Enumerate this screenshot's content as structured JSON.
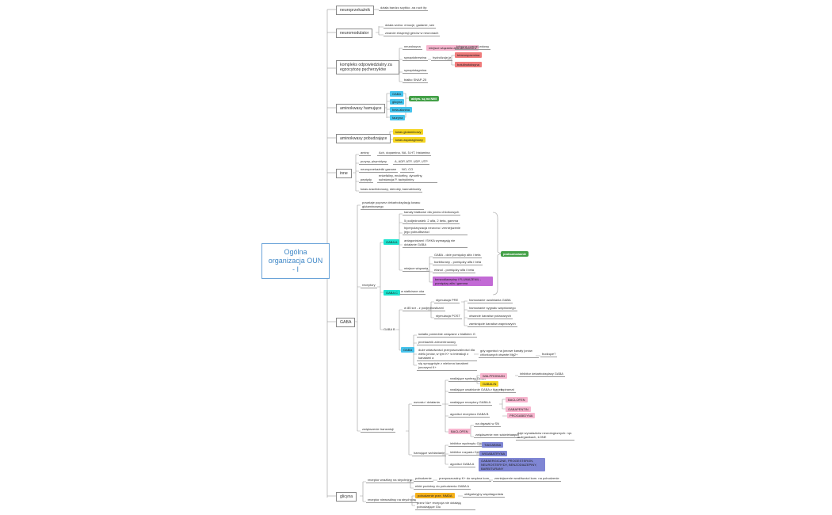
{
  "colors": {
    "line": "#9a9a9a",
    "root_border": "#6aa3d8",
    "root_text": "#3d86c6",
    "summary": "#43a047"
  },
  "root": "Ogólna organizacja OUN - I",
  "neuroprzekaznik": {
    "label": "neuroprzekaźnik",
    "note": "działa bardzo szybko -na ruch itp"
  },
  "neuromodulator": {
    "label": "neuromodulator",
    "notes": [
      "działa wolno: emocje, gadanie, sen",
      "zwarcie ekspresji genów w neuronach"
    ]
  },
  "kompleks": {
    "label": "kompleks odpowiedzialny za egzocytozę pęcherzyków",
    "neuroksyna": "neuroksyna",
    "miejsce": "miejsce wiązania alfa-latrotoksyny",
    "toksyna": "toksyna czarnej wdowy",
    "synaptobrewina": "synaptobrewina",
    "hydrolizuje": "hydrolizuje je",
    "tetanospazmina": "tetanospazmina",
    "botulinotoksyna": "botulinotoksyna",
    "synaptotagmina": "synaptotagmina",
    "snap": "białko SNAP-25"
  },
  "hamujace": {
    "label": "aminokwasy hamujące",
    "items": [
      "GABA",
      "glicyna",
      "beta-alanina",
      "tauryna"
    ],
    "summary": "aktyw. są na NMI"
  },
  "pobudzajace": {
    "label": "aminokwasy pobudzające",
    "items": [
      "kwas glutaminowy",
      "kwas asparaginowy"
    ]
  },
  "inne": {
    "label": "inne",
    "rows": [
      {
        "k": "aminy",
        "v": "Ach, dopamina, NA, 5-HT, histamina"
      },
      {
        "k": "puryny, pirymidyny",
        "v": "A, ADP, ATP, UDP, UTP"
      },
      {
        "k": "neuroprzekaźniki gazowe",
        "v": "NO, CO"
      },
      {
        "k": "peptydy",
        "v": "enkefaliny, endorfiny, dynorfiny, substancja P, tachykininy"
      }
    ],
    "extra": "kwas arachidonowy, steroidy, kannabinoidy"
  },
  "gaba": {
    "label": "GABA",
    "intro": "powstaje poprzez dekarboksylację kwasu glutaminowego",
    "receptory": "receptory",
    "gaba_a": "GABA A",
    "a_items": [
      "kanały białkowe dla jonów chlorkowych",
      "5 podjednostek: 2 alfa, 2 beta, gamma",
      "hiperpolaryzacja neuronu i zmniejszenie jego pobudliwości",
      "antagonistami i SHKA wymagają nie działanie GABA"
    ],
    "miejsca": "miejsce wiązania",
    "miejsca_items": [
      "GABA - dzie pomiędzy alfa i beta",
      "barbiturany - pomiędzy alfa i beta",
      "etanol - pomiędzy alfa i beta",
      "benzodiazepiny i FLUMAZENIL - pomiędzy alfa i gamma"
    ],
    "summary": "podsumowanie",
    "gaba_c": "GABA C",
    "c_note": "w siatkówce oka",
    "gaba_b": "GABA B",
    "b_note": "w 85 snr - z podjednostkami",
    "b_rows": [
      {
        "k": "stymulacja PRE",
        "v": "hamowanie uwalniania GABA"
      },
      {
        "k": "",
        "v": "hamowanie sygnału wapniowego"
      },
      {
        "k": "stymulacja POST",
        "v": "otwarcie kanałów potasowych"
      },
      {
        "k": "",
        "v": "zamknięcie kanałów wapniowych"
      }
    ],
    "gaba_tag": "GABA",
    "gaba_notes": [
      "światło pośrednie związane z białkiem G",
      "przekaźnik zdecentrowany",
      "duże właściwości przepuszczalności dla wielu jonów, w tym K+ w interakcji z kanałami a",
      "się sprzęgnięte z wieloma kanałami jonowymi K+"
    ],
    "long_note": "gdy agoniści na jonowe kanały jonów chlorkowych otwarte Mg2+",
    "long_note2": "budzące?",
    "zwiekszenie": "zwiększenie transmisji",
    "wzrost": "wzrostu i działania",
    "synt": "nasilające syntezę GABA",
    "walproinian": "WALPROINIAN",
    "inh": "inhibitor dekarboksylazy GABA",
    "gabalin": "GABALIN",
    "uwal": "nasilające uwalnianie GABA z tkanek",
    "topiramat": "topiramat",
    "agon": "nasilające receptory GABA A",
    "bacl": "BACLOFEN",
    "gabap": "GABAPENTIN",
    "ago2": "agoniści receptora GABA B",
    "progabid": "PROGABIDYNA",
    "baclofen": "BACLOFEN",
    "rec1": "na drgawki w SN",
    "rec2": "zwiększenie mm szkieletowych",
    "rec3": "daje wynalazków neurologicznych: npr. w drgawkach, ŁONE",
    "hamujace": "hamujące wchłanianie",
    "inh_wych": "inhibitor wychwytu GABA",
    "tiagabina": "TIAGABINA",
    "inh_rozk": "inhibitor rozpadu GABA",
    "wigab": "WIGABATRYNA",
    "agonist": "agoniści GABA A",
    "agonist_tag": "GABAERGICZNE, PROGESTERON, NEUROSTERYDY, BENZODIAZEPINY, BARBITURANY"
  },
  "glicyna": {
    "label": "glicyna",
    "r1": "receptor wrażliwy na strychninę",
    "r1a": "pobudzenie",
    "r1b": "przepuszczalny K+ do wnętrza kom.",
    "r1c": "zmniejszenie wrażliwości kom. na pobudzenie",
    "r1d": "efekt podobny do pobudzenia GABA A",
    "r2": "receptor niewrażliwy na strychninę",
    "r2a": "pobudzenie prze. NMDA",
    "r2b": "obligatoryjny współagonista",
    "r2c": "przez Na+ recepcja nie działają pobudzające Glu"
  }
}
